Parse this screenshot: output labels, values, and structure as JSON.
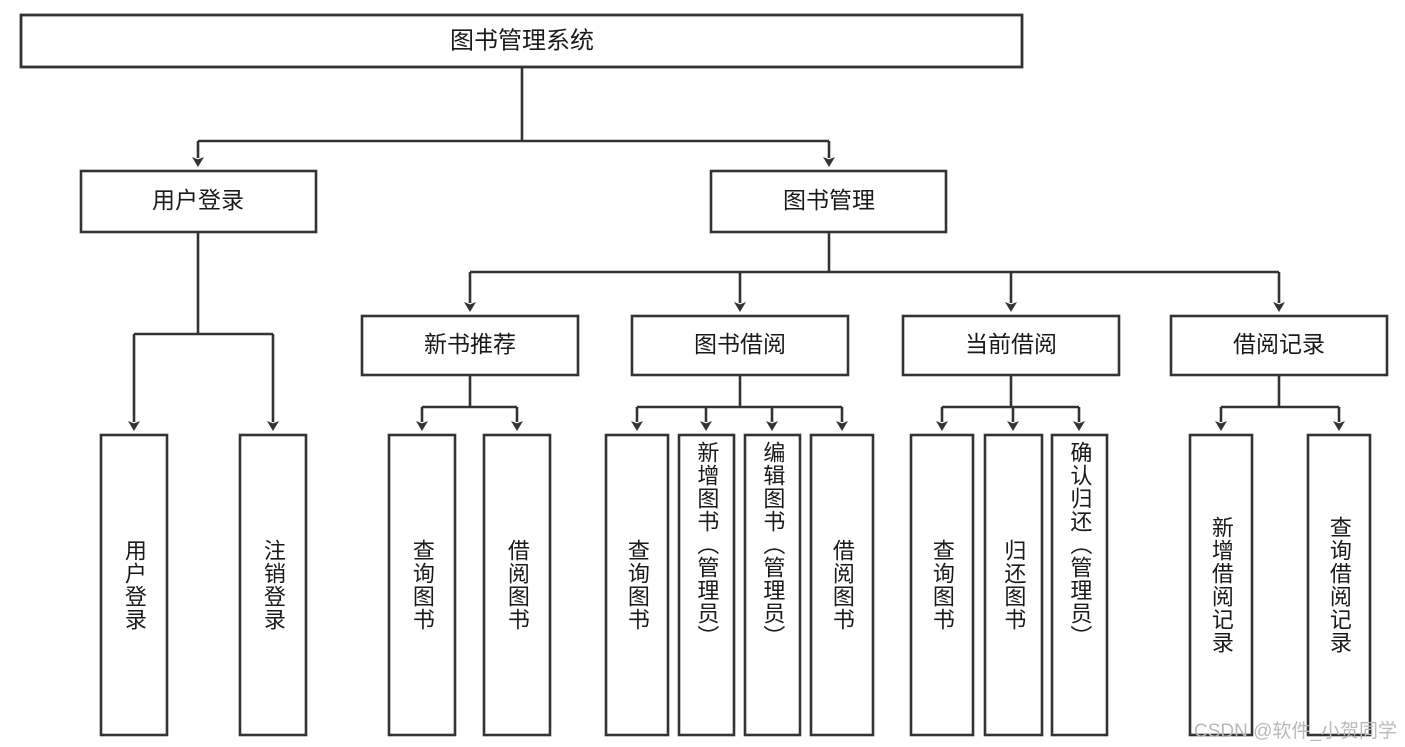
{
  "diagram": {
    "type": "tree",
    "title": "图书管理系统",
    "orientation": "top-down",
    "root": {
      "id": "root",
      "label": "图书管理系统"
    },
    "level2": [
      {
        "id": "user-login",
        "label": "用户登录"
      },
      {
        "id": "book-manage",
        "label": "图书管理"
      }
    ],
    "level3": [
      {
        "id": "new-book-recommend",
        "label": "新书推荐",
        "parent": "book-manage"
      },
      {
        "id": "book-borrow",
        "label": "图书借阅",
        "parent": "book-manage"
      },
      {
        "id": "current-borrow",
        "label": "当前借阅",
        "parent": "book-manage"
      },
      {
        "id": "borrow-record",
        "label": "借阅记录",
        "parent": "book-manage"
      }
    ],
    "leaves": {
      "user-login": [
        {
          "id": "leaf-user-login",
          "label": "用户登录"
        },
        {
          "id": "leaf-user-logout",
          "label": "注销登录"
        }
      ],
      "new-book-recommend": [
        {
          "id": "leaf-query-book-1",
          "label": "查询图书"
        },
        {
          "id": "leaf-borrow-book-1",
          "label": "借阅图书"
        }
      ],
      "book-borrow": [
        {
          "id": "leaf-query-book-2",
          "label": "查询图书"
        },
        {
          "id": "leaf-add-book",
          "label": "新增图书（管理员）"
        },
        {
          "id": "leaf-edit-book",
          "label": "编辑图书（管理员）"
        },
        {
          "id": "leaf-borrow-book-2",
          "label": "借阅图书"
        }
      ],
      "current-borrow": [
        {
          "id": "leaf-query-book-3",
          "label": "查询图书"
        },
        {
          "id": "leaf-return-book",
          "label": "归还图书"
        },
        {
          "id": "leaf-confirm-return",
          "label": "确认归还（管理员）"
        }
      ],
      "borrow-record": [
        {
          "id": "leaf-add-record",
          "label": "新增借阅记录"
        },
        {
          "id": "leaf-query-record",
          "label": "查询借阅记录"
        }
      ]
    },
    "colors": {
      "box_fill": "#ffffff",
      "box_stroke": "#333333",
      "text": "#1a1a1a",
      "background": "#ffffff",
      "watermark": "#b9b9b9"
    }
  },
  "watermark": {
    "text": "CSDN @软件_小贺同学"
  }
}
